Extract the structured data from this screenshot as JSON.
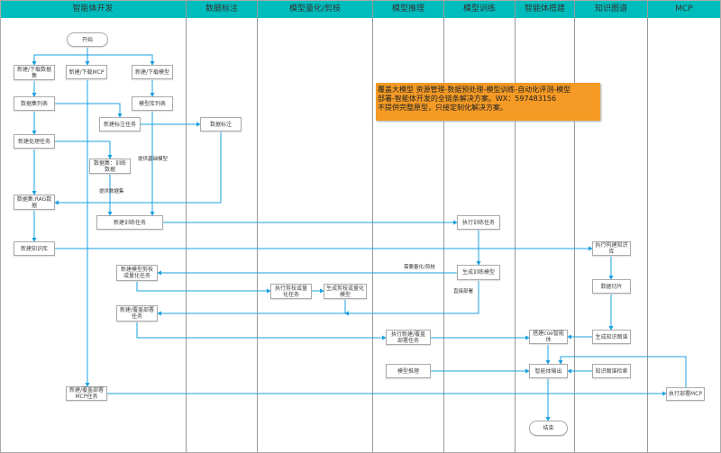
{
  "lanes": [
    "智能体开发",
    "数据标注",
    "模型量化/剪枝",
    "模型推理",
    "模型训练",
    "智能体搭建",
    "知识图谱",
    "MCP"
  ],
  "nodes": {
    "start": "开始",
    "n1": "新建/下载数据集",
    "n2": "新建/下载MCP",
    "n3": "新建/下载模型",
    "n4": "数据集列表",
    "n5": "模型库列表",
    "n6": "新建标注任务",
    "n7": "数据标注",
    "n8": "新建处理任务",
    "n9": "数据集：训练数据",
    "n10": "数据集:RAG数据",
    "n11": "新建训练任务",
    "n12": "执行训练任务",
    "n13": "新建知识库",
    "n14": "执行构建知识库",
    "n15": "新建模型剪枝或量化任务",
    "n16": "生成训练模型",
    "n17": "数据切片",
    "n18": "执行剪枝或量化任务",
    "n19": "生成剪枝或量化模型",
    "n20": "新建/覆盖部署任务",
    "n21": "执行新建/覆盖部署任务",
    "n22": "搭建coe智能体",
    "n23": "生成知识图谱",
    "n24": "模型推理",
    "n25": "智能体输出",
    "n26": "知识图谱检索",
    "n27": "新建/覆盖部署MCP任务",
    "n28": "执行部署MCP",
    "end": "结束"
  },
  "edge_labels": {
    "base_model": "提供基础模型",
    "dataset": "提供数据集",
    "need_quant": "需要量化/剪枝",
    "direct_deploy": "直接部署"
  },
  "note": {
    "line1": "覆盖大模型 资源管理-数据预处理-模型训练-自动化评测-模型",
    "line2": "部署-智能体开发的全链条解决方案。WX：597483156",
    "line3": "不提供完整原型，只接定制化解决方案。"
  },
  "colors": {
    "header": "#00bdbd",
    "edge": "#1ba1e2",
    "note": "#f49a25"
  }
}
